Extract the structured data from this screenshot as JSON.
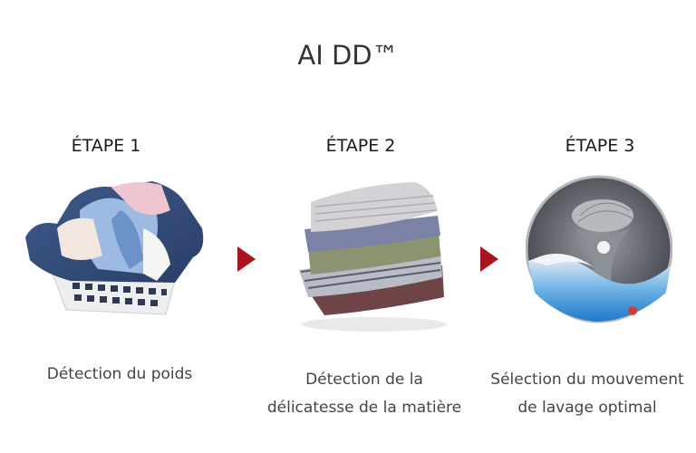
{
  "title": "AI DD™",
  "steps": [
    {
      "label": "ÉTAPE 1",
      "image": "laundry-basket-image",
      "description_lines": [
        "Détection du poids"
      ]
    },
    {
      "label": "ÉTAPE 2",
      "image": "folded-clothes-stack-image",
      "description_lines": [
        "Détection de la",
        "délicatesse de la matière"
      ]
    },
    {
      "label": "ÉTAPE 3",
      "image": "washing-drum-image",
      "description_lines": [
        "Sélection du mouvement",
        "de lavage optimal"
      ]
    }
  ],
  "arrows": [
    {
      "icon": "arrow-right-icon",
      "color": "#a8151c"
    },
    {
      "icon": "arrow-right-icon",
      "color": "#a8151c"
    }
  ],
  "colors": {
    "accent": "#a8151c",
    "title_text": "#333333",
    "body_text": "#444444",
    "background": "#ffffff"
  }
}
